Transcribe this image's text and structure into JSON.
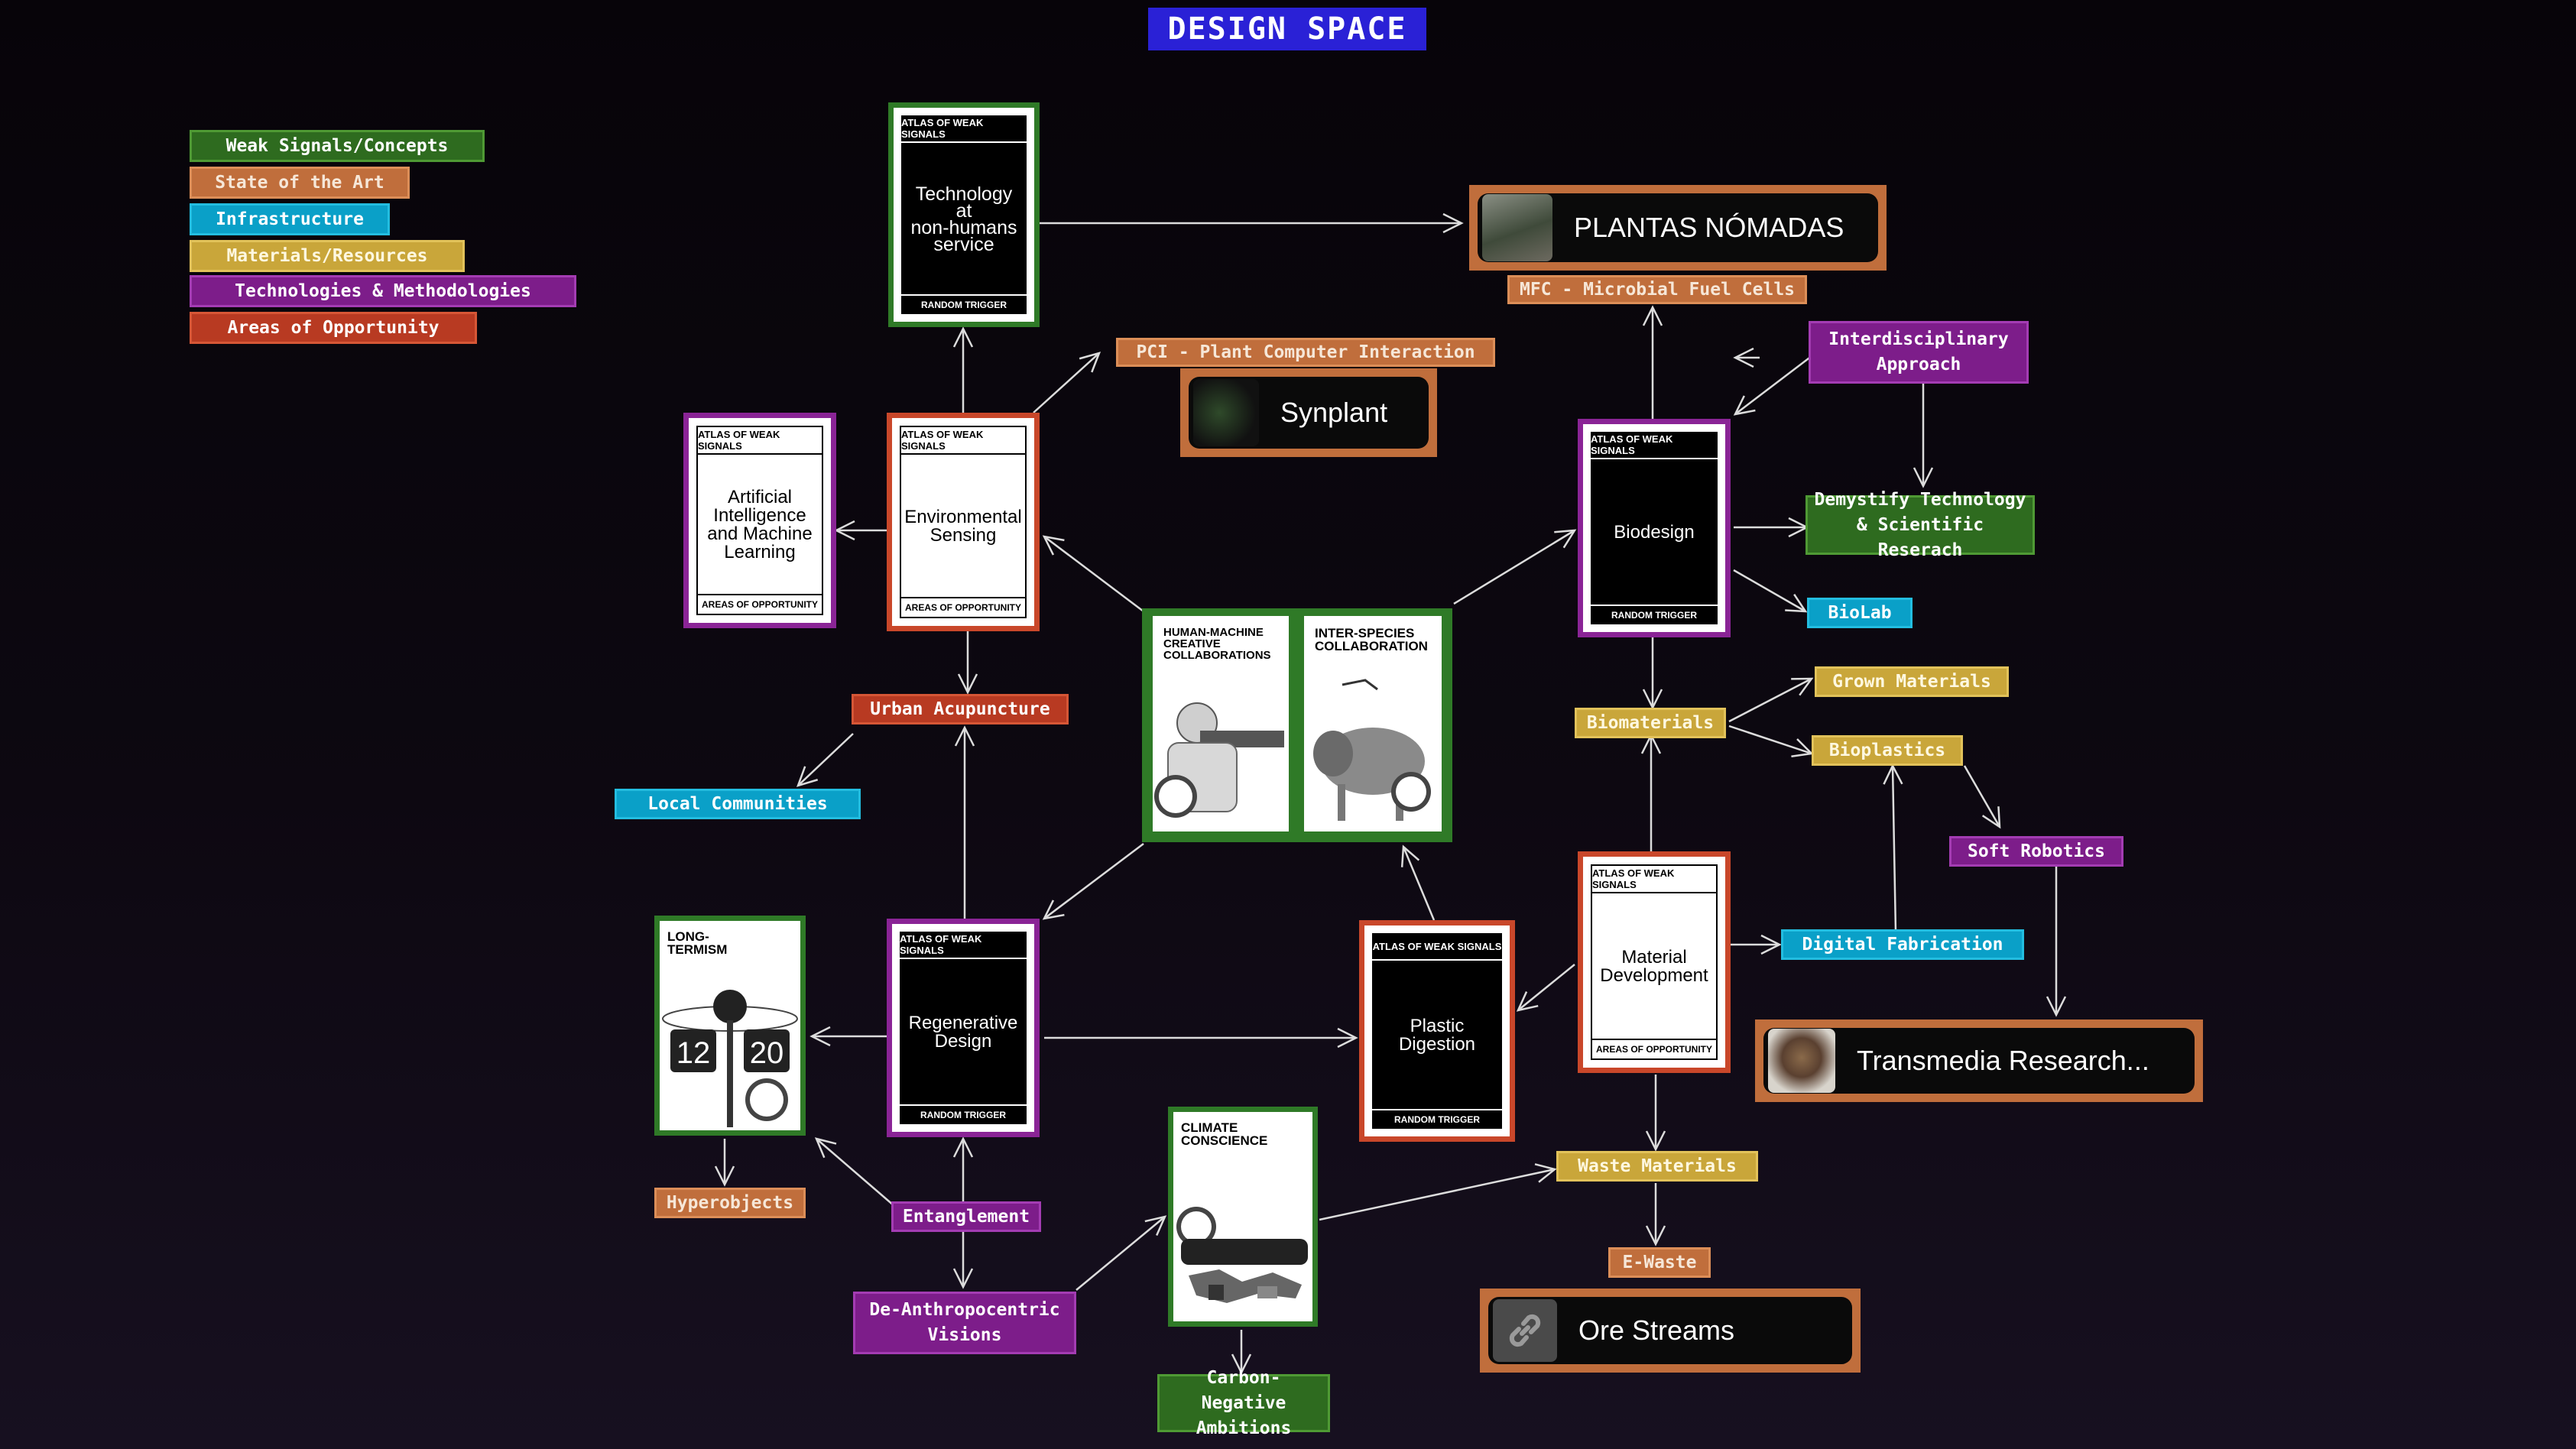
{
  "title": "DESIGN SPACE",
  "legend": [
    {
      "label": "Weak Signals/Concepts",
      "color": "#2e6b1f"
    },
    {
      "label": "State of the Art",
      "color": "#c06e3c"
    },
    {
      "label": "Infrastructure",
      "color": "#0aa0c8"
    },
    {
      "label": "Materials/Resources",
      "color": "#c9a63a"
    },
    {
      "label": "Technologies & Methodologies",
      "color": "#7d1d8a"
    },
    {
      "label": "Areas of Opportunity",
      "color": "#b83a22"
    }
  ],
  "cards": {
    "header": "ATLAS OF WEAK SIGNALS",
    "footer_random": "RANDOM TRIGGER",
    "footer_areas": "AREAS OF OPPORTUNITY",
    "technology_nonhumans": "Technology at\nnon-humans\nservice",
    "environmental_sensing": "Environmental\nSensing",
    "ai_ml": "Artificial\nIntelligence\nand Machine\nLearning",
    "biodesign": "Biodesign",
    "material_development": "Material\nDevelopment",
    "regenerative_design": "Regenerative\nDesign",
    "plastic_digestion": "Plastic\nDigestion"
  },
  "pictures": {
    "human_machine": "HUMAN-MACHINE\nCREATIVE\nCOLLABORATIONS",
    "inter_species": "INTER-SPECIES\nCOLLABORATION",
    "long_termism": "LONG-\nTERMISM",
    "climate_conscience": "CLIMATE\nCONSCIENCE",
    "clock_left": "12",
    "clock_right": "20"
  },
  "links": {
    "plantas_nomadas": "PLANTAS NÓMADAS",
    "synplant": "Synplant",
    "transmedia": "Transmedia Research...",
    "ore_streams": "Ore Streams"
  },
  "tags": {
    "mfc": "MFC - Microbial Fuel Cells",
    "pci": "PCI - Plant Computer Interaction",
    "interdisciplinary": "Interdisciplinary\nApproach",
    "demystify": "Demystify Technology\n& Scientific Reserach",
    "biolab": "BioLab",
    "grown_materials": "Grown Materials",
    "biomaterials": "Biomaterials",
    "bioplastics": "Bioplastics",
    "soft_robotics": "Soft Robotics",
    "digital_fabrication": "Digital Fabrication",
    "urban_acupuncture": "Urban Acupuncture",
    "local_communities": "Local Communities",
    "hyperobjects": "Hyperobjects",
    "entanglement": "Entanglement",
    "de_anthropocentric": "De-Anthropocentric\nVisions",
    "carbon_negative": "Carbon-Negative\nAmbitions",
    "waste_materials": "Waste Materials",
    "e_waste": "E-Waste"
  }
}
